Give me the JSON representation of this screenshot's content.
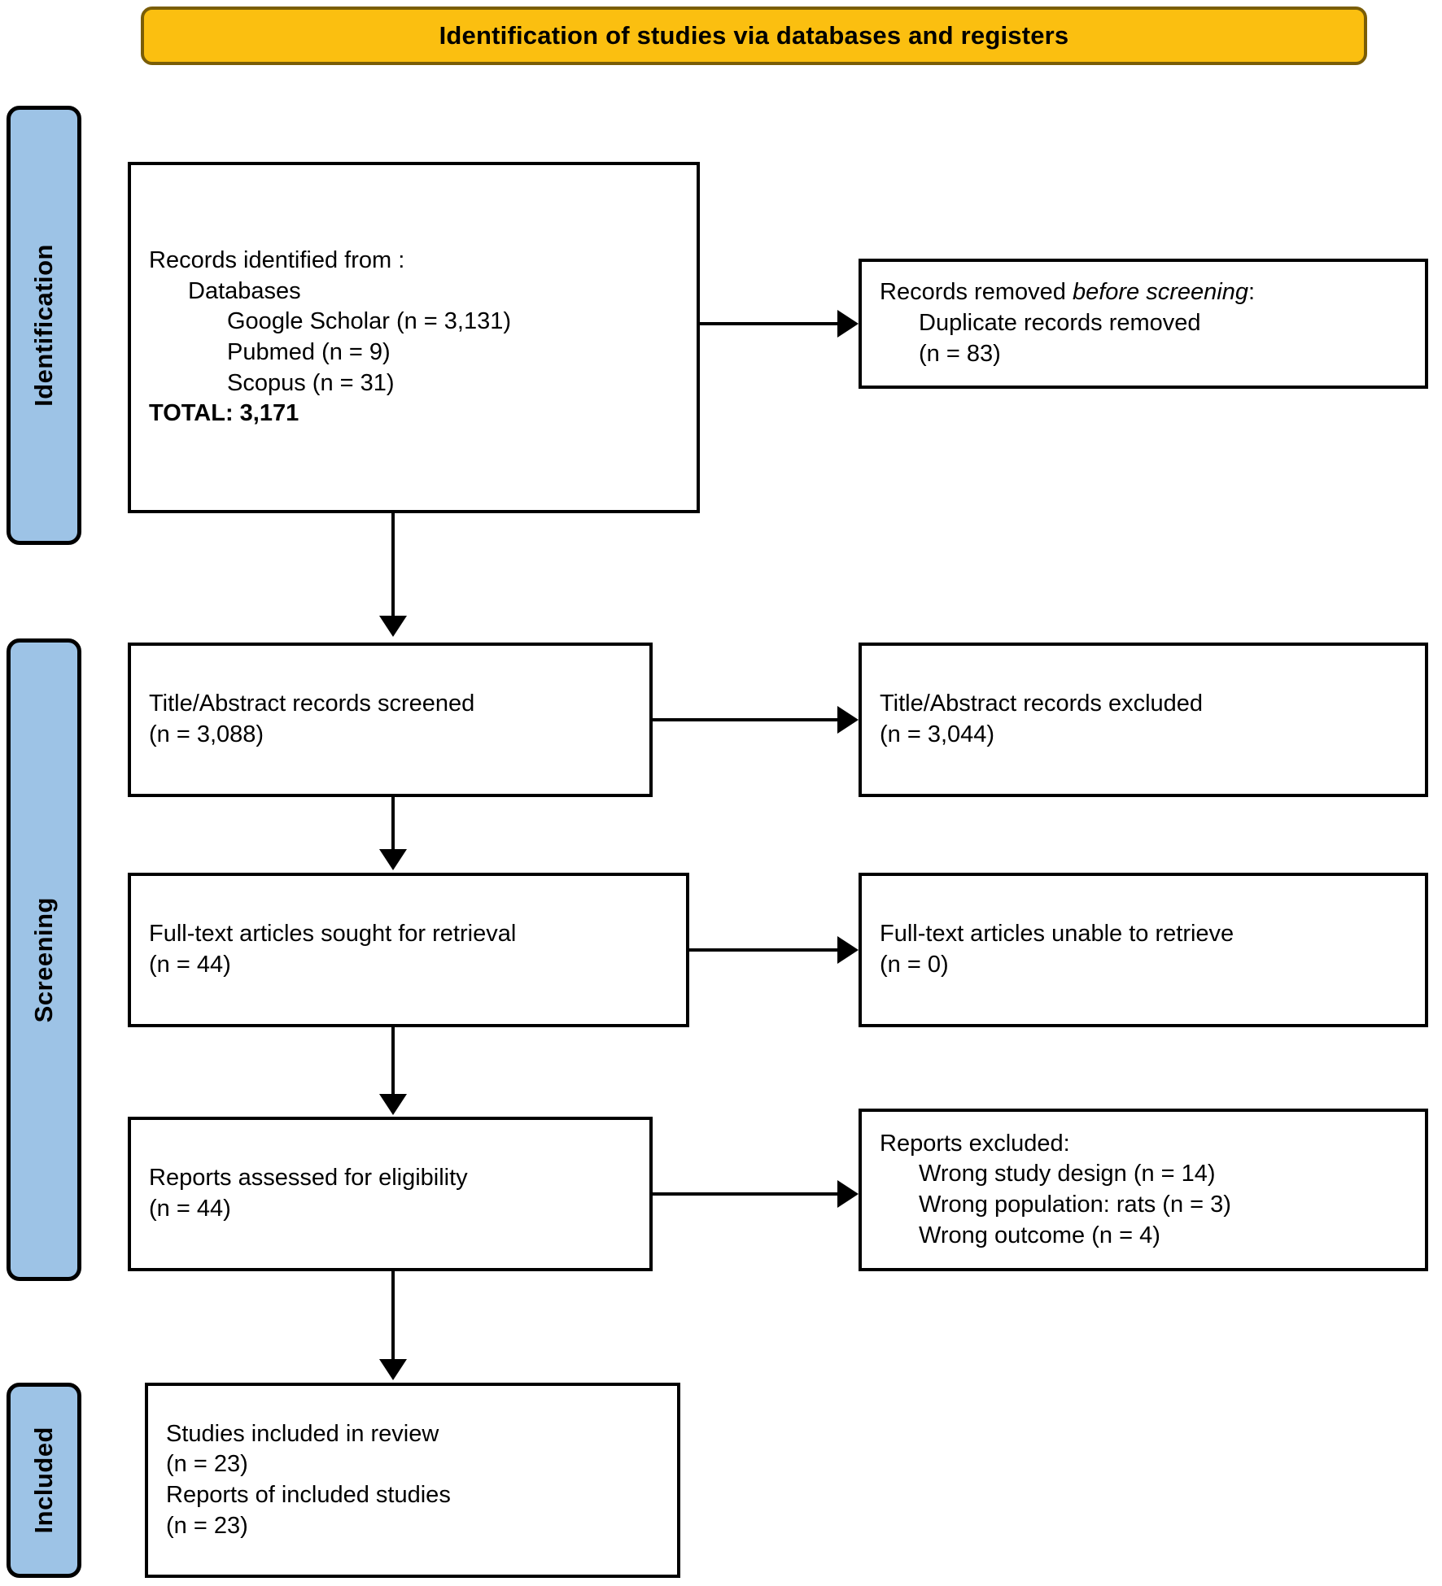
{
  "header": {
    "title": "Identification of studies via databases and registers",
    "bg_color": "#FBBF10",
    "border_color": "#7A5D07"
  },
  "rails": {
    "bg_color": "#9DC3E6",
    "identification": "Identification",
    "screening": "Screening",
    "included": "Included"
  },
  "boxes": {
    "identified": {
      "l1": "Records identified from :",
      "l2": "Databases",
      "l3": "Google Scholar (n = 3,131)",
      "l4": "Pubmed (n = 9)",
      "l5": "Scopus (n = 31)",
      "l6": "TOTAL: 3,171"
    },
    "removed_before": {
      "l1_pre": "Records removed ",
      "l1_ital": "before screening",
      "l1_post": ":",
      "l2": "Duplicate records removed",
      "l3": "(n = 83)"
    },
    "screened": {
      "l1": "Title/Abstract records screened",
      "l2": "(n = 3,088)"
    },
    "screened_excluded": {
      "l1": "Title/Abstract records excluded",
      "l2": "(n = 3,044)"
    },
    "fulltext_sought": {
      "l1": "Full-text articles sought for retrieval",
      "l2": "(n = 44)"
    },
    "fulltext_unable": {
      "l1": "Full-text articles unable to retrieve",
      "l2": "(n = 0)"
    },
    "reports_assessed": {
      "l1": "Reports assessed for eligibility",
      "l2": "(n = 44)"
    },
    "reports_excluded": {
      "l1": "Reports excluded:",
      "l2": "Wrong study design (n = 14)",
      "l3": "Wrong population: rats (n = 3)",
      "l4": "Wrong outcome (n = 4)"
    },
    "included": {
      "l1": "Studies included in review",
      "l2": "(n = 23)",
      "l3": "Reports of included studies",
      "l4": "(n = 23)"
    }
  },
  "chart_data": {
    "type": "diagram",
    "title": "Identification of studies via databases and registers",
    "stages": [
      {
        "stage": "Identification",
        "nodes": [
          {
            "label": "Records identified from databases",
            "sources": [
              {
                "name": "Google Scholar",
                "n": 3131
              },
              {
                "name": "Pubmed",
                "n": 9
              },
              {
                "name": "Scopus",
                "n": 31
              }
            ],
            "total": 3171
          },
          {
            "label": "Records removed before screening: Duplicate records removed",
            "n": 83
          }
        ]
      },
      {
        "stage": "Screening",
        "nodes": [
          {
            "label": "Title/Abstract records screened",
            "n": 3088
          },
          {
            "label": "Title/Abstract records excluded",
            "n": 3044
          },
          {
            "label": "Full-text articles sought for retrieval",
            "n": 44
          },
          {
            "label": "Full-text articles unable to retrieve",
            "n": 0
          },
          {
            "label": "Reports assessed for eligibility",
            "n": 44
          },
          {
            "label": "Reports excluded",
            "reasons": [
              {
                "reason": "Wrong study design",
                "n": 14
              },
              {
                "reason": "Wrong population: rats",
                "n": 3
              },
              {
                "reason": "Wrong outcome",
                "n": 4
              }
            ]
          }
        ]
      },
      {
        "stage": "Included",
        "nodes": [
          {
            "label": "Studies included in review",
            "n": 23
          },
          {
            "label": "Reports of included studies",
            "n": 23
          }
        ]
      }
    ]
  }
}
